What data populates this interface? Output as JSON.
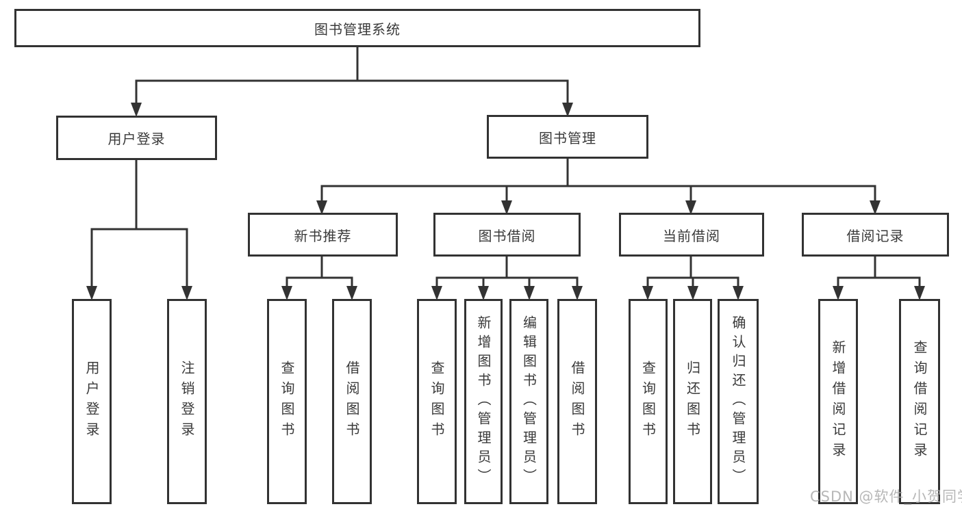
{
  "diagram": {
    "root": "图书管理系统",
    "level2": {
      "user_login": "用户登录",
      "book_management": "图书管理"
    },
    "level3": {
      "new_book_recommend": "新书推荐",
      "book_borrow": "图书借阅",
      "current_borrow": "当前借阅",
      "borrow_records": "借阅记录"
    },
    "leaves": {
      "user_login": "用户登录",
      "logout": "注销登录",
      "recommend_query_books": "查询图书",
      "recommend_borrow_books": "借阅图书",
      "borrow_query_books": "查询图书",
      "borrow_add_books_admin": "新增图书（管理员）",
      "borrow_edit_books_admin": "编辑图书（管理员）",
      "borrow_borrow_books": "借阅图书",
      "current_query_books": "查询图书",
      "current_return_books": "归还图书",
      "current_confirm_return_admin": "确认归还（管理员）",
      "records_add_record": "新增借阅记录",
      "records_query_record": "查询借阅记录"
    },
    "watermark": "CSDN @软件_小贺同学",
    "colors": {
      "line": "#333333",
      "text": "#3a3a3a",
      "watermark": "#aaaaaa",
      "background": "#ffffff"
    }
  }
}
